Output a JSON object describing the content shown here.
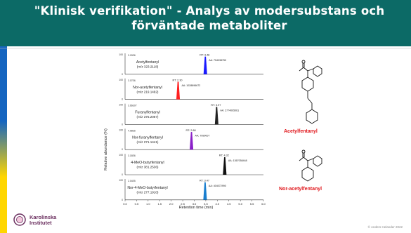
{
  "title": "\"Klinisk verifikation\" - Analys av modersubstans och förväntade metaboliter",
  "y_axis_label": "Relative  abundance  (%)",
  "x_axis_label": "Retention  time  (min)",
  "x_ticks": [
    "0.0",
    "0.5",
    "1.0",
    "1.5",
    "2.0",
    "2.5",
    "3.0",
    "3.5",
    "4.0",
    "4.5",
    "5.0",
    "5.5",
    "6.0"
  ],
  "panels": [
    {
      "name": "Acetylfentanyl",
      "mz": "(m/z 323.2118)",
      "rt": "RT: 3.48",
      "aa": "AA: 754038750",
      "scale": "3.15E6",
      "color": "#1a1aff",
      "peak_rt": 3.48
    },
    {
      "name": "Nor-acetylfentanyl",
      "mz": "(m/z 219.1492)",
      "rt": "RT: 2.30",
      "aa": "AA: 1028896672",
      "scale": "3.07E6",
      "color": "#ff2020",
      "peak_rt": 2.3
    },
    {
      "name": "Furanylfentanyl",
      "mz": "(m/z 375.2067)",
      "rt": "RT: 3.97",
      "aa": "AA: 2774095061",
      "scale": "3.66E07",
      "color": "#222222",
      "peak_rt": 3.97
    },
    {
      "name": "Nor-furanylfentanyl",
      "mz": "(m/z 271.1441)",
      "rt": "RT: 2.88",
      "aa": "AA: 7090007",
      "scale": "4.98E5",
      "color": "#8a20c8",
      "peak_rt": 2.88
    },
    {
      "name": "4-MeO-butyrfentanyl",
      "mz": "(m/z 381.2536)",
      "rt": "RT: 4.32",
      "aa": "AA: 1367058448",
      "scale": "3.18E6",
      "color": "#111111",
      "peak_rt": 4.32
    },
    {
      "name": "Nor-4-MeO-butyrfentanyl",
      "mz": "(m/z 277.1910)",
      "rt": "RT: 3.47",
      "aa": "AA: 404072990",
      "scale": "2.04E5",
      "color": "#1a7fcf",
      "peak_rt": 3.47
    }
  ],
  "molecules": [
    {
      "label": "Acetylfentanyl",
      "color": "#e0161b"
    },
    {
      "label": "Nor-acetylfentanyl",
      "color": "#e0161b"
    }
  ],
  "logo": {
    "line1": "Karolinska",
    "line2": "Institutet"
  },
  "footer": "© Anders Helander 2022",
  "colors": {
    "banner": "#0c6a66",
    "stripe_top": "#1565c0",
    "stripe_bottom": "#ffd600",
    "logo": "#6b2f5f"
  }
}
